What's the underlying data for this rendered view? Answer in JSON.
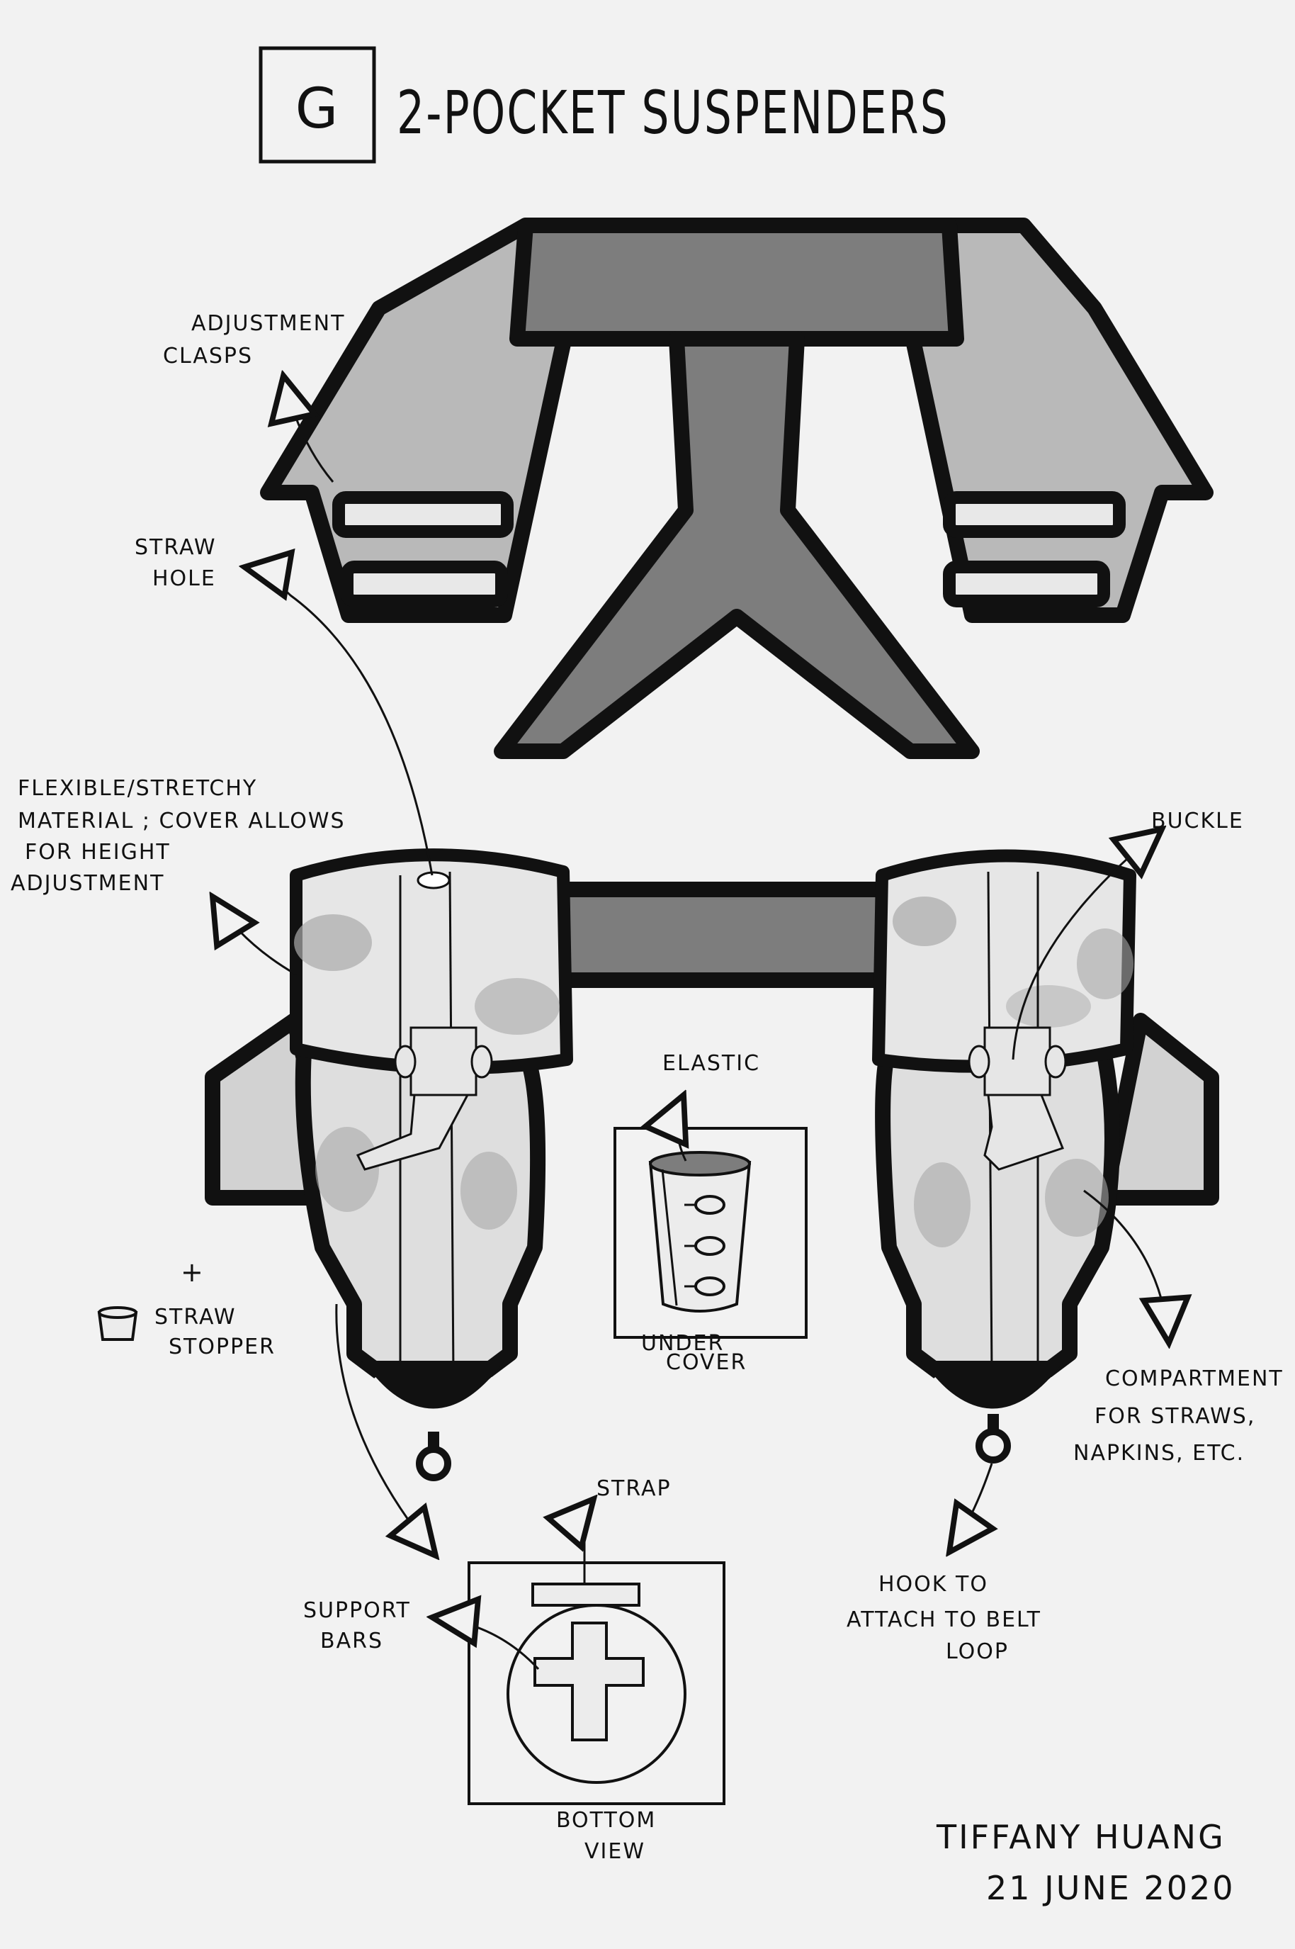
{
  "header": {
    "badge": "G",
    "title": "2-POCKET SUSPENDERS"
  },
  "annotations": {
    "adjustment_clasps": [
      "ADJUSTMENT",
      "CLASPS"
    ],
    "straw_hole": [
      "STRAW",
      "HOLE"
    ],
    "flexible_material": [
      "FLEXIBLE/STRETCHY",
      "MATERIAL ; COVER ALLOWS",
      "FOR HEIGHT",
      "ADJUSTMENT"
    ],
    "buckle": "BUCKLE",
    "elastic": "ELASTIC",
    "under_cover": [
      "UNDER",
      "COVER"
    ],
    "plus_sign": "+",
    "straw_stopper": [
      "STRAW",
      "STOPPER"
    ],
    "compartment": [
      "COMPARTMENT",
      "FOR STRAWS,",
      "NAPKINS, ETC."
    ],
    "strap": "STRAP",
    "support_bars": [
      "SUPPORT",
      "BARS"
    ],
    "bottom_view": [
      "BOTTOM",
      "VIEW"
    ],
    "hook": [
      "HOOK TO",
      "ATTACH TO BELT",
      "LOOP"
    ]
  },
  "signature": {
    "name": "TIFFANY HUANG",
    "date": "21 JUNE 2020"
  },
  "colors": {
    "paper": "#f2f2f2",
    "ink": "#111111",
    "strap_fill": "#7d7d7d",
    "pocket_fill": "#dedede",
    "pocket_stain": "#a9a9a9"
  }
}
